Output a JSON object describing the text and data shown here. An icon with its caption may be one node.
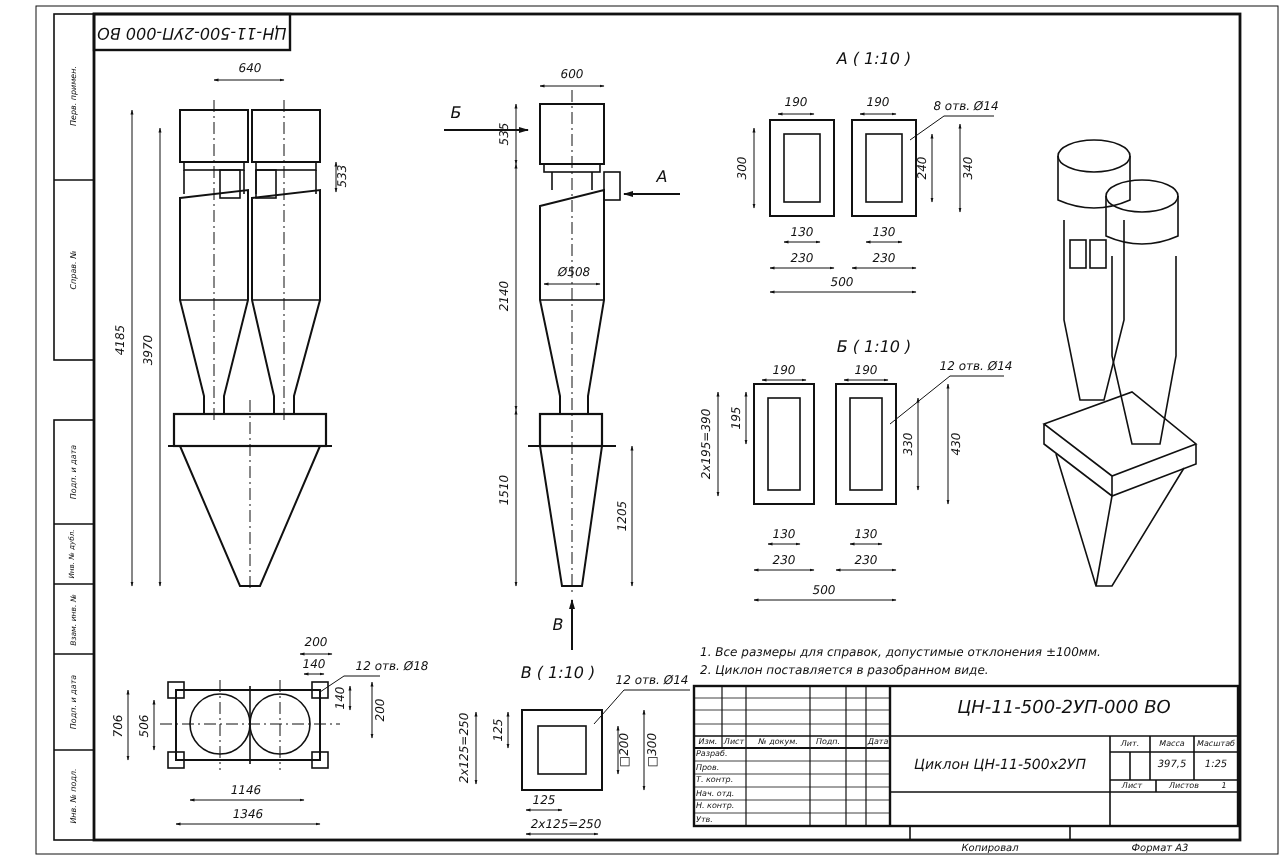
{
  "diagram": {
    "labels": [
      "ЦН-11-500-2УП-000 ВО",
      "Перв. примен.",
      "Справ. №",
      "Подп. и дата",
      "Инв. № дубл.",
      "Взам. инв. №",
      "Подп. и дата",
      "Инв. № подл.",
      "640",
      "533",
      "4185",
      "3970",
      "600",
      "535",
      "Б",
      "А",
      "Ø508",
      "2140",
      "1510",
      "1205",
      "В",
      "200",
      "140",
      "12 отв. Ø18",
      "140",
      "200",
      "706",
      "506",
      "1146",
      "1346",
      "В ( 1:10 )",
      "12 отв. Ø14",
      "2х125=250",
      "125",
      "□200",
      "□300",
      "125",
      "2х125=250",
      "А ( 1:10 )",
      "190",
      "190",
      "8 отв. Ø14",
      "300",
      "240",
      "340",
      "130",
      "130",
      "230",
      "230",
      "500",
      "Б ( 1:10 )",
      "190",
      "190",
      "12 отв. Ø14",
      "2х195=390",
      "195",
      "330",
      "430",
      "130",
      "130",
      "230",
      "230",
      "500",
      "1. Все размеры для справок, допустимые отклонения ±100мм.",
      "2. Циклон поставляется в разобранном виде.",
      "ЦН-11-500-2УП-000 ВО",
      "Изм.",
      "Лист",
      "№ докум.",
      "Подп.",
      "Дата",
      "Разраб.",
      "Пров.",
      "Т. контр.",
      "Нач. отд.",
      "Н. контр.",
      "Утв.",
      "Циклон ЦН-11-500х2УП",
      "Лит.",
      "Масса",
      "Масштаб",
      "397,5",
      "1:25",
      "Лист",
      "Листов",
      "1",
      "Копировал",
      "Формат А3"
    ]
  }
}
